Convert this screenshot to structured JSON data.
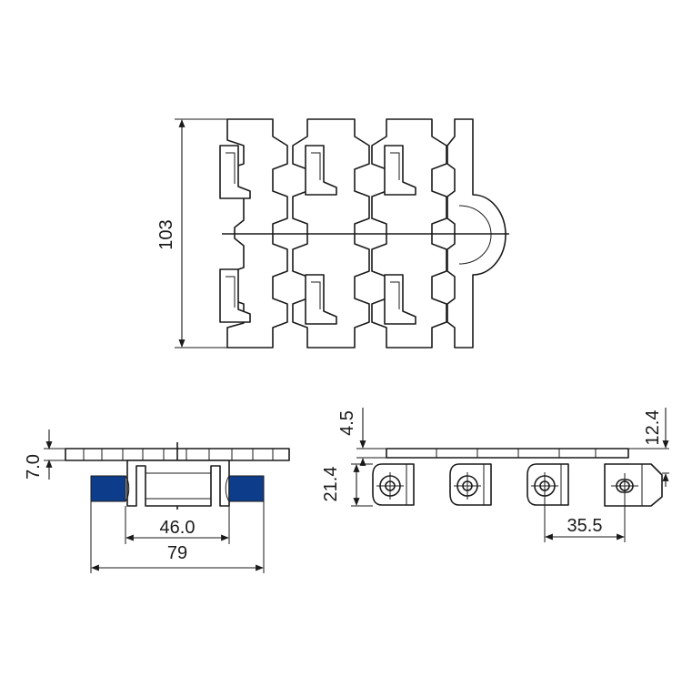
{
  "dimensions": {
    "width": "103",
    "height_top": "7.0",
    "inner_width": "46.0",
    "outer_width": "79",
    "plate_thickness": "4.5",
    "chain_height": "21.4",
    "total_height": "12.4",
    "pitch": "35.5"
  },
  "colors": {
    "line": "#1a1a1a",
    "wear_strip": "#0d3d8a",
    "background": "#ffffff"
  }
}
